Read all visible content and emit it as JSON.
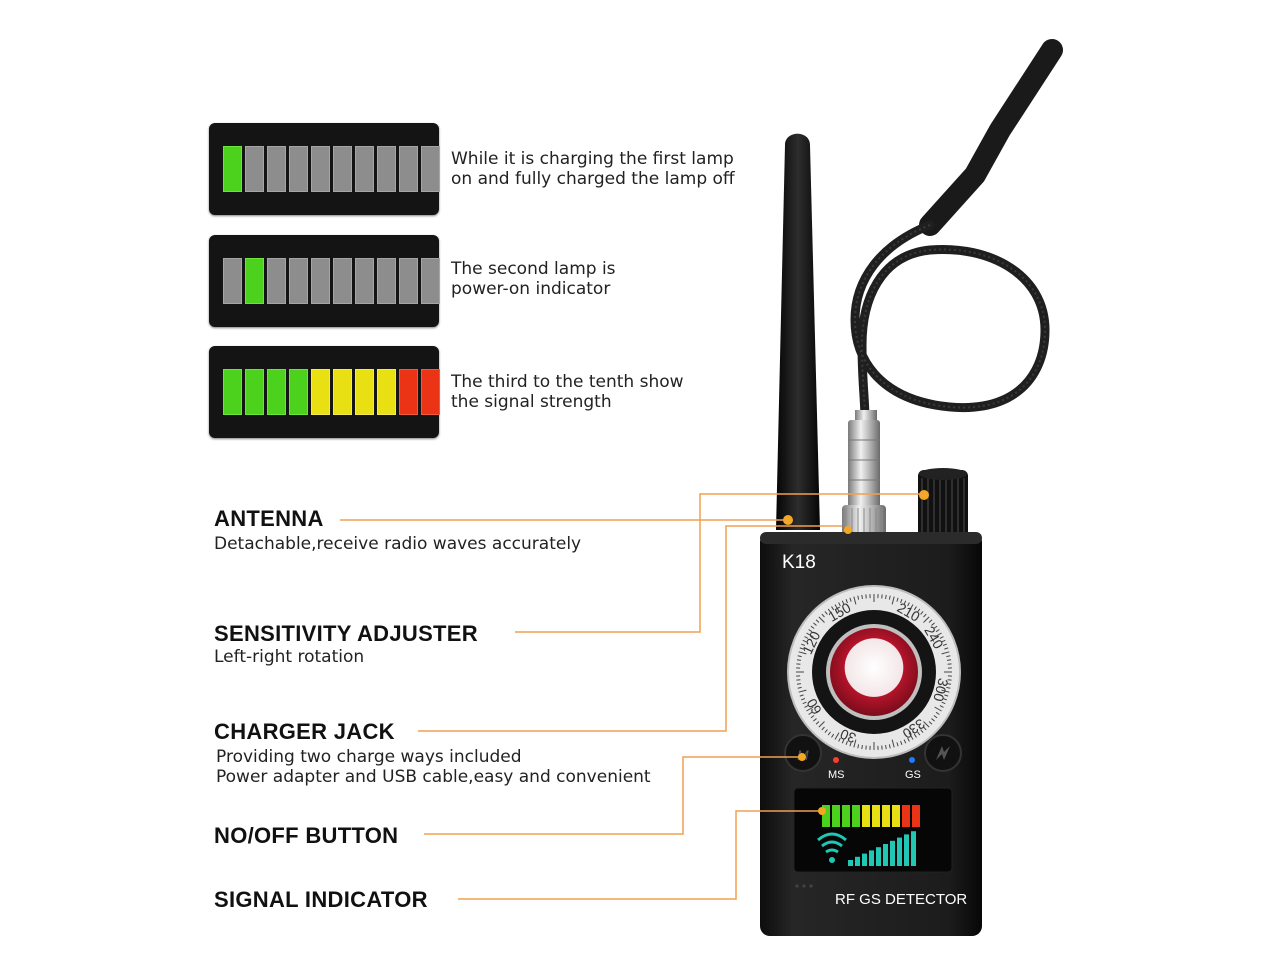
{
  "indicator_panels": [
    {
      "caption_lines": [
        "While it is charging the first lamp",
        "on and fully charged the lamp off"
      ],
      "lamps": [
        "green",
        "off",
        "off",
        "off",
        "off",
        "off",
        "off",
        "off",
        "off",
        "off"
      ]
    },
    {
      "caption_lines": [
        "The second lamp is",
        "power-on indicator"
      ],
      "lamps": [
        "off",
        "green",
        "off",
        "off",
        "off",
        "off",
        "off",
        "off",
        "off",
        "off"
      ]
    },
    {
      "caption_lines": [
        "The third to the tenth show",
        "the signal strength"
      ],
      "lamps": [
        "green",
        "green",
        "green",
        "green",
        "yellow",
        "yellow",
        "yellow",
        "yellow",
        "red",
        "red"
      ]
    }
  ],
  "callouts": {
    "antenna": {
      "title": "ANTENNA",
      "desc": [
        "Detachable,receive radio waves accurately"
      ]
    },
    "sensitivity": {
      "title": "SENSITIVITY ADJUSTER",
      "desc": [
        "Left-right rotation"
      ]
    },
    "charger": {
      "title": "CHARGER JACK",
      "desc": [
        "Providing two charge ways included",
        "Power adapter and USB cable,easy and convenient"
      ]
    },
    "button": {
      "title": "NO/OFF BUTTON",
      "desc": []
    },
    "signal": {
      "title": "SIGNAL INDICATOR",
      "desc": []
    }
  },
  "device": {
    "model": "K18",
    "dial_numbers": [
      "30",
      "60",
      "120",
      "150",
      "210",
      "240",
      "300",
      "330"
    ],
    "button_left_label": "MS",
    "button_right_label": "GS",
    "bottom_label": "RF GS DETECTOR",
    "colors": {
      "body": "#1a1a1a",
      "callout_line": "#f0a050",
      "led_green": "#4cd11c",
      "led_yellow": "#e8e012",
      "led_red": "#ea3415",
      "signal_cyan": "#1fc7b4"
    }
  }
}
